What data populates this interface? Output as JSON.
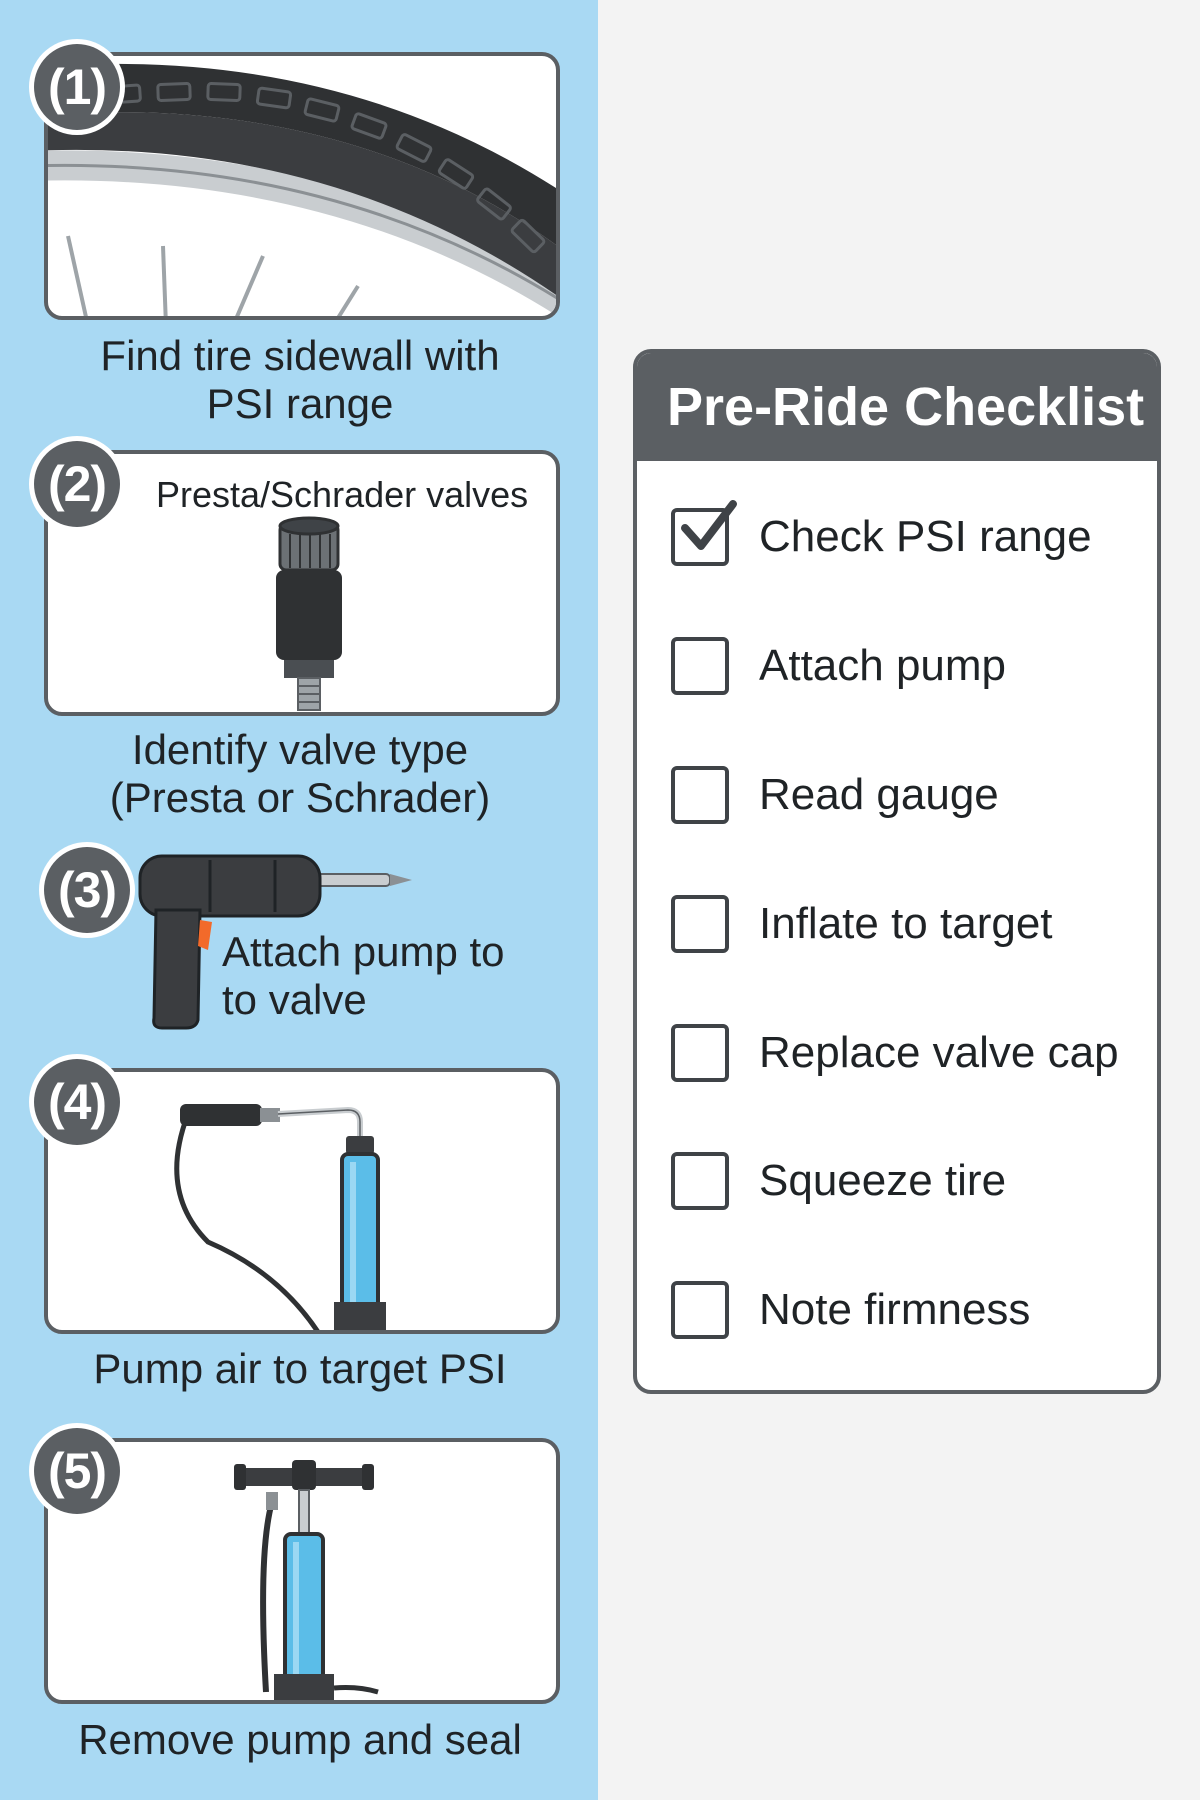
{
  "steps": [
    {
      "number": "(1)",
      "caption_line1": "Find tire sidewall with",
      "caption_line2": "PSI range",
      "illustration": "bike-tire-icon"
    },
    {
      "number": "(2)",
      "card_label": "Presta/Schrader valves",
      "caption_line1": "Identify valve type",
      "caption_line2": "(Presta or Schrader)",
      "illustration": "valve-icon"
    },
    {
      "number": "(3)",
      "caption_line1": "Attach pump to",
      "caption_line2": "to valve",
      "illustration": "pump-gun-icon"
    },
    {
      "number": "(4)",
      "caption_line1": "Pump air to target PSI",
      "illustration": "floor-pump-icon"
    },
    {
      "number": "(5)",
      "caption_line1": "Remove pump and seal",
      "illustration": "floor-pump-icon"
    }
  ],
  "checklist": {
    "title": "Pre-Ride Checklist",
    "items": [
      {
        "label": "Check PSI range",
        "checked": true
      },
      {
        "label": "Attach pump",
        "checked": false
      },
      {
        "label": "Read gauge",
        "checked": false
      },
      {
        "label": "Inflate to target",
        "checked": false
      },
      {
        "label": "Replace valve cap",
        "checked": false
      },
      {
        "label": "Squeeze tire",
        "checked": false
      },
      {
        "label": "Note firmness",
        "checked": false
      }
    ]
  },
  "colors": {
    "left_panel": "#a9d9f3",
    "right_panel": "#f3f3f3",
    "badge": "#5b5f63",
    "pump_barrel": "#5bbde8"
  }
}
